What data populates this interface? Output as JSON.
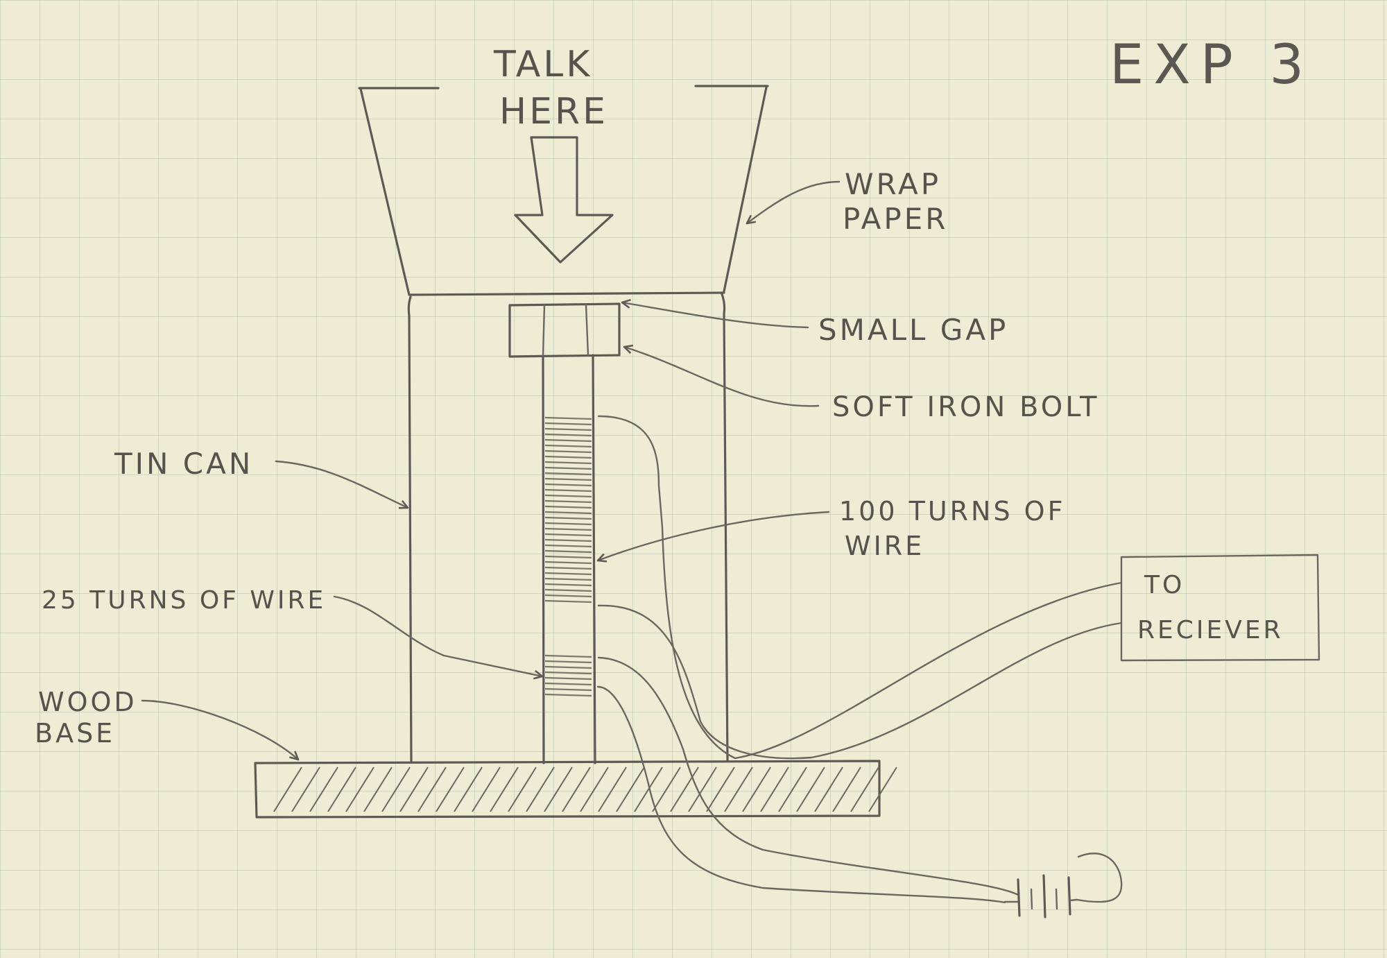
{
  "title": "EXP 3",
  "labels": {
    "talk_line1": "TALK",
    "talk_line2": "HERE",
    "wrap_line1": "WRAP",
    "wrap_line2": "PAPER",
    "small_gap": "SMALL GAP",
    "soft_iron_bolt": "SOFT IRON BOLT",
    "tin_can": "TIN CAN",
    "turns100_line1": "100 TURNS OF",
    "turns100_line2": "WIRE",
    "turns25": "25 TURNS OF WIRE",
    "wood_line1": "WOOD",
    "wood_line2": "BASE",
    "receiver_line1": "TO",
    "receiver_line2": "RECIEVER"
  }
}
